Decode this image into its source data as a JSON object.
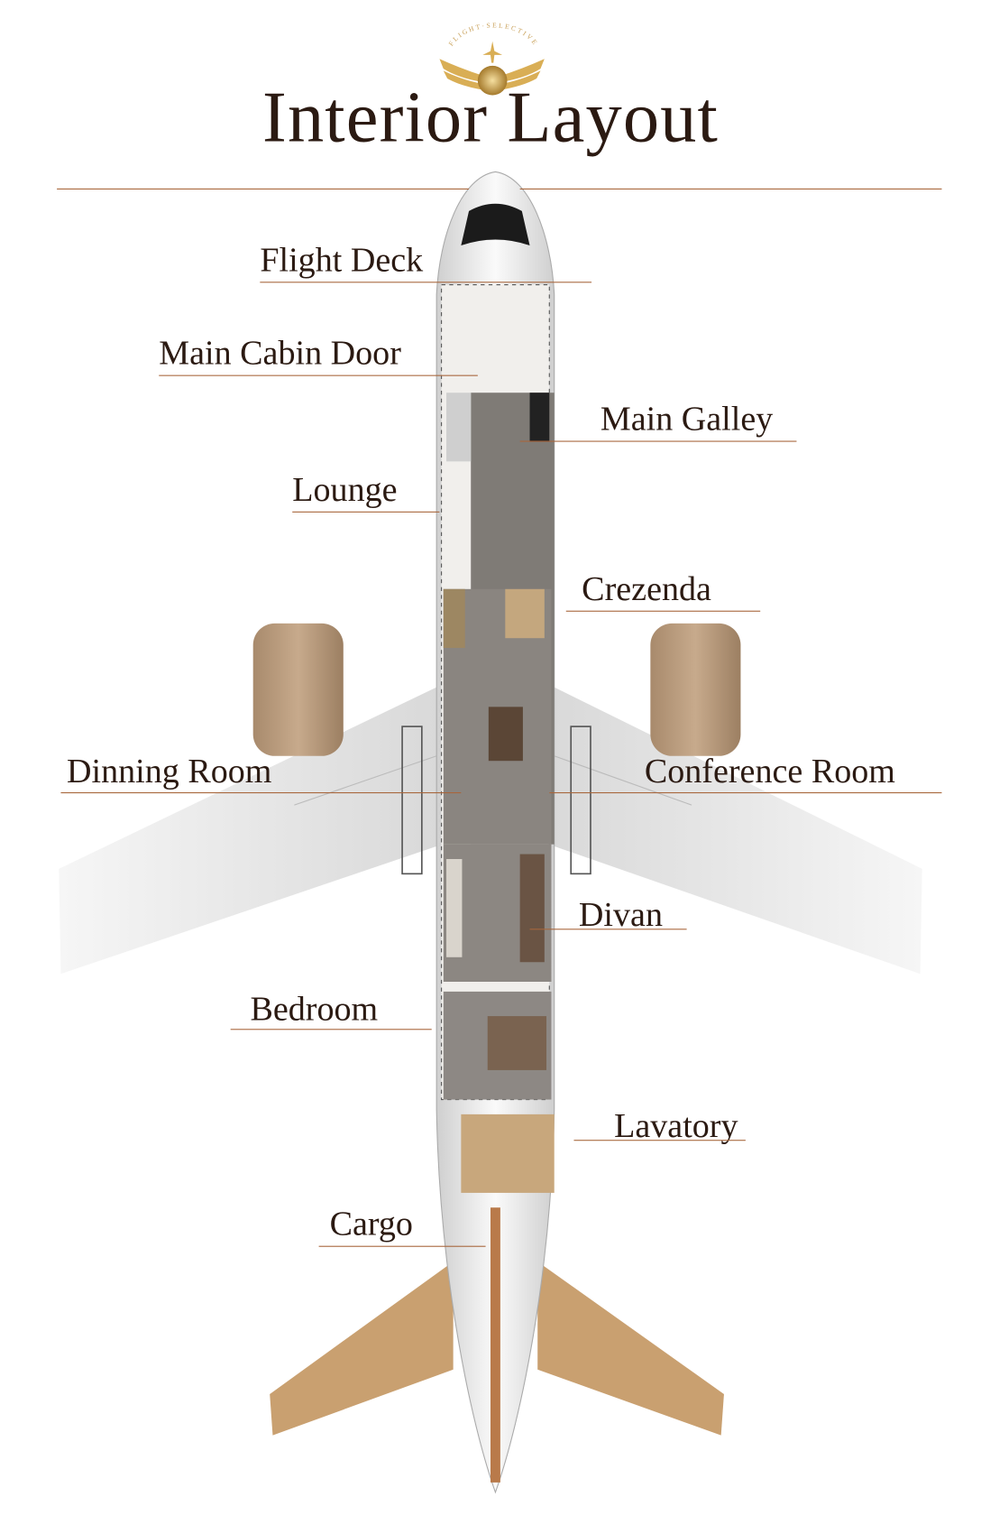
{
  "logo": {
    "text": "FLIGHT·SELECTIVE"
  },
  "title": "Interior Layout",
  "labels": {
    "flight_deck": "Flight Deck",
    "main_cabin_door": "Main Cabin Door",
    "main_galley": "Main Galley",
    "lounge": "Lounge",
    "crezenda": "Crezenda",
    "dinning_room": "Dinning Room",
    "conference_room": "Conference Room",
    "divan": "Divan",
    "bedroom": "Bedroom",
    "lavatory": "Lavatory",
    "cargo": "Cargo"
  },
  "colors": {
    "text": "#2b1a12",
    "line": "#a8663c",
    "gold": "#c9a15a"
  }
}
